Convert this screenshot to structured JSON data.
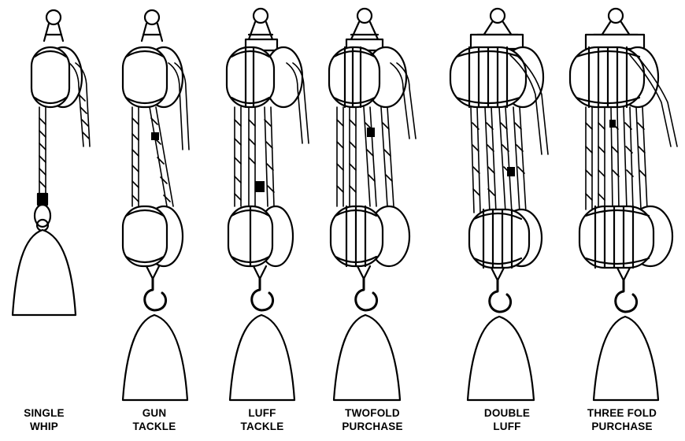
{
  "figure": {
    "tackles": [
      {
        "id": "single-whip",
        "line1": "SINGLE",
        "line2": "WHIP"
      },
      {
        "id": "gun-tackle",
        "line1": "GUN",
        "line2": "TACKLE"
      },
      {
        "id": "luff-tackle",
        "line1": "LUFF",
        "line2": "TACKLE"
      },
      {
        "id": "twofold-purchase",
        "line1": "TWOFOLD",
        "line2": "PURCHASE"
      },
      {
        "id": "double-luff",
        "line1": "DOUBLE",
        "line2": "LUFF"
      },
      {
        "id": "three-fold-purchase",
        "line1": "THREE FOLD",
        "line2": "PURCHASE"
      }
    ]
  }
}
